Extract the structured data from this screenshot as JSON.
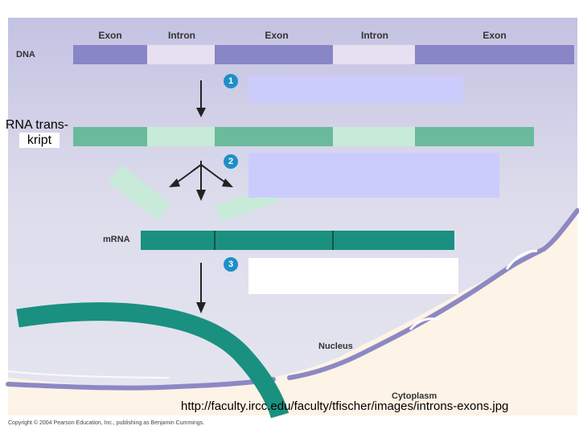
{
  "labels": {
    "dna": "DNA",
    "mrna": "mRNA",
    "nucleus": "Nucleus",
    "cytoplasm": "Cytoplasm",
    "rna_transcript_line1": "RNA trans-",
    "rna_transcript_line2": "kript"
  },
  "dna_segments": [
    "Exon",
    "Intron",
    "Exon",
    "Intron",
    "Exon"
  ],
  "steps": [
    "1",
    "2",
    "3"
  ],
  "source_url": "http://faculty.ircc.edu/faculty/tfischer/images/introns-exons.jpg",
  "copyright": "Copyright © 2004 Pearson Education, Inc., publishing as Benjamin Cummings.",
  "colors": {
    "nucleus_bg": "#dcdcec",
    "cytoplasm_bg": "#fdf3e6",
    "membrane": "#8d88c4",
    "exon_dna": "#8886c6",
    "intron_dna": "#e6e0f0",
    "exon_rna": "#6aba9c",
    "intron_rna": "#c8ead8",
    "mrna": "#1a9080",
    "step_circle": "#1e8fc8",
    "note_box": "#ccccfc"
  }
}
